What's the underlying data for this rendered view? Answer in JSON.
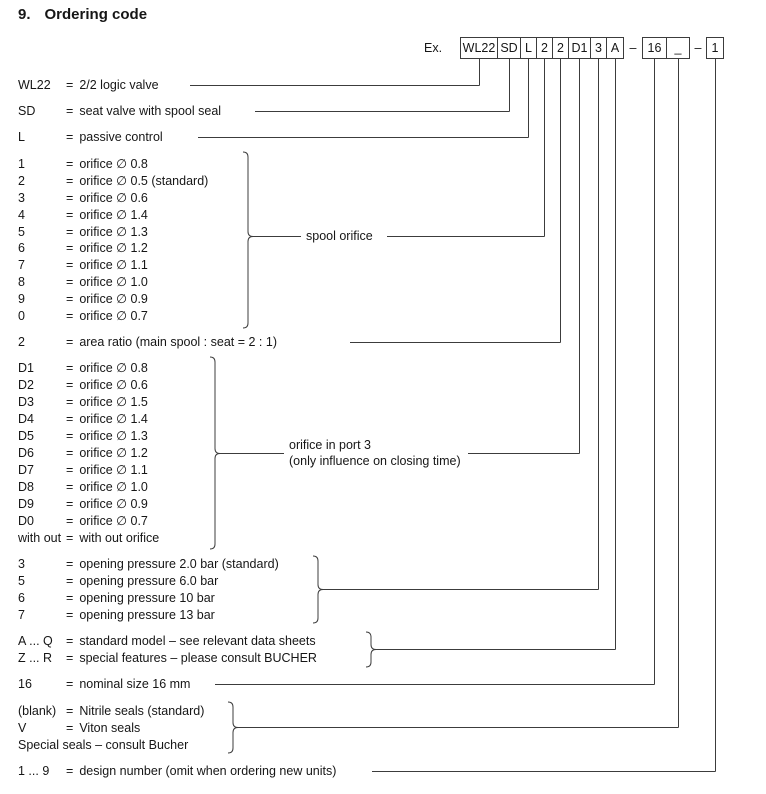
{
  "title_number": "9.",
  "title_text": "Ordering code",
  "eq_symbol": "=",
  "example": {
    "label": "Ex.",
    "segments": [
      {
        "type": "box",
        "text": "WL22"
      },
      {
        "type": "box",
        "text": "SD"
      },
      {
        "type": "box",
        "text": "L"
      },
      {
        "type": "box",
        "text": "2"
      },
      {
        "type": "box",
        "text": "2"
      },
      {
        "type": "box",
        "text": "D1"
      },
      {
        "type": "box",
        "text": "3"
      },
      {
        "type": "box",
        "text": "A"
      },
      {
        "type": "sep",
        "text": "–"
      },
      {
        "type": "box",
        "text": "16"
      },
      {
        "type": "box",
        "text": "_"
      },
      {
        "type": "sep",
        "text": "–"
      },
      {
        "type": "box",
        "text": "1"
      }
    ]
  },
  "labels": {
    "spool_orifice": "spool orifice",
    "port3_line1": "orifice in port 3",
    "port3_line2": "(only influence on closing time)"
  },
  "rows": [
    {
      "code": "WL22",
      "desc": "2/2 logic valve"
    },
    {
      "code": "SD",
      "desc": "seat valve with spool seal"
    },
    {
      "code": "L",
      "desc": "passive control"
    },
    {
      "code": "1",
      "desc": "orifice ∅ 0.8"
    },
    {
      "code": "2",
      "desc": "orifice ∅ 0.5 (standard)"
    },
    {
      "code": "3",
      "desc": "orifice ∅ 0.6"
    },
    {
      "code": "4",
      "desc": "orifice ∅ 1.4"
    },
    {
      "code": "5",
      "desc": "orifice ∅ 1.3"
    },
    {
      "code": "6",
      "desc": "orifice ∅ 1.2"
    },
    {
      "code": "7",
      "desc": "orifice ∅ 1.1"
    },
    {
      "code": "8",
      "desc": "orifice ∅ 1.0"
    },
    {
      "code": "9",
      "desc": "orifice ∅ 0.9"
    },
    {
      "code": "0",
      "desc": "orifice ∅ 0.7"
    },
    {
      "code": "2",
      "desc": "area ratio (main spool : seat = 2 : 1)"
    },
    {
      "code": "D1",
      "desc": "orifice ∅ 0.8"
    },
    {
      "code": "D2",
      "desc": "orifice ∅ 0.6"
    },
    {
      "code": "D3",
      "desc": "orifice ∅ 1.5"
    },
    {
      "code": "D4",
      "desc": "orifice ∅ 1.4"
    },
    {
      "code": "D5",
      "desc": "orifice ∅ 1.3"
    },
    {
      "code": "D6",
      "desc": "orifice ∅ 1.2"
    },
    {
      "code": "D7",
      "desc": "orifice ∅ 1.1"
    },
    {
      "code": "D8",
      "desc": "orifice ∅ 1.0"
    },
    {
      "code": "D9",
      "desc": "orifice ∅ 0.9"
    },
    {
      "code": "D0",
      "desc": "orifice ∅ 0.7"
    },
    {
      "code": "with out",
      "desc": "with out orifice"
    },
    {
      "code": "3",
      "desc": "opening pressure 2.0 bar (standard)"
    },
    {
      "code": "5",
      "desc": "opening pressure 6.0 bar"
    },
    {
      "code": "6",
      "desc": "opening pressure 10 bar"
    },
    {
      "code": "7",
      "desc": "opening pressure 13 bar"
    },
    {
      "code": "A ... Q",
      "desc": "standard model – see relevant data sheets"
    },
    {
      "code": "Z ... R",
      "desc": "special features – please consult BUCHER"
    },
    {
      "code": "16",
      "desc": "nominal size 16 mm"
    },
    {
      "code": "(blank)",
      "desc": "Nitrile seals (standard)"
    },
    {
      "code": "V",
      "desc": "Viton seals"
    },
    {
      "code": "Special seals – consult Bucher",
      "desc": "",
      "full": true
    },
    {
      "code": "1 ... 9",
      "desc": "design number (omit when ordering new units)"
    }
  ],
  "line_color": "#3c3c3c"
}
